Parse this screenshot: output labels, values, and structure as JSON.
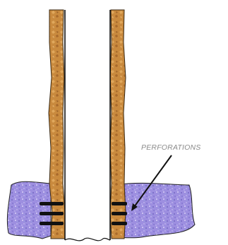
{
  "labels": {
    "perforations": "PERFORATIONS"
  },
  "colors": {
    "casing_cement": "#c98a3e",
    "casing_cement_dark": "#8a5a22",
    "formation_base": "#9d8fe0",
    "formation_speckle_light": "#d7d0f6",
    "formation_speckle_dark": "#5a4bb0",
    "perforation": "#111111",
    "label": "#8a8a8a"
  },
  "icons": [
    "wellbore-casing",
    "formation-zone",
    "perforation-tunnel",
    "callout-arrow"
  ]
}
